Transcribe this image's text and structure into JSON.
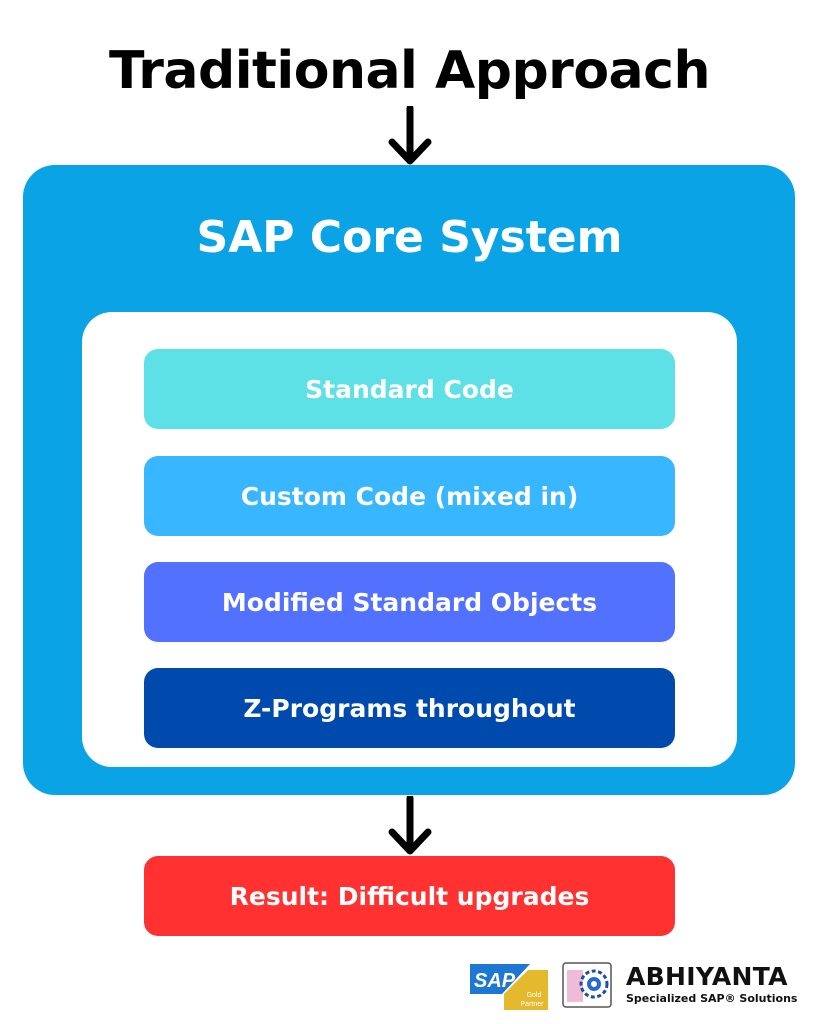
{
  "title": "Traditional Approach",
  "core": {
    "title": "SAP Core System",
    "color": "#0aa3e6",
    "layers": [
      {
        "label": "Standard Code",
        "color": "#5ee1e6"
      },
      {
        "label": "Custom Code (mixed in)",
        "color": "#38b6ff"
      },
      {
        "label": "Modified Standard Objects",
        "color": "#5271ff"
      },
      {
        "label": "Z-Programs throughout",
        "color": "#004aad"
      }
    ]
  },
  "result": {
    "label": "Result: Difficult upgrades",
    "color": "#ff3131"
  },
  "logos": {
    "sap": {
      "brand": "SAP",
      "badge_line1": "Gold",
      "badge_line2": "Partner",
      "blue": "#1c78d3",
      "gold": "#e4b92e"
    },
    "abhiyanta": {
      "name": "ABHIYANTA",
      "tagline": "Specialized SAP® Solutions"
    }
  },
  "icons": [
    "down-arrow-icon",
    "abhiyanta-gear-icon"
  ]
}
